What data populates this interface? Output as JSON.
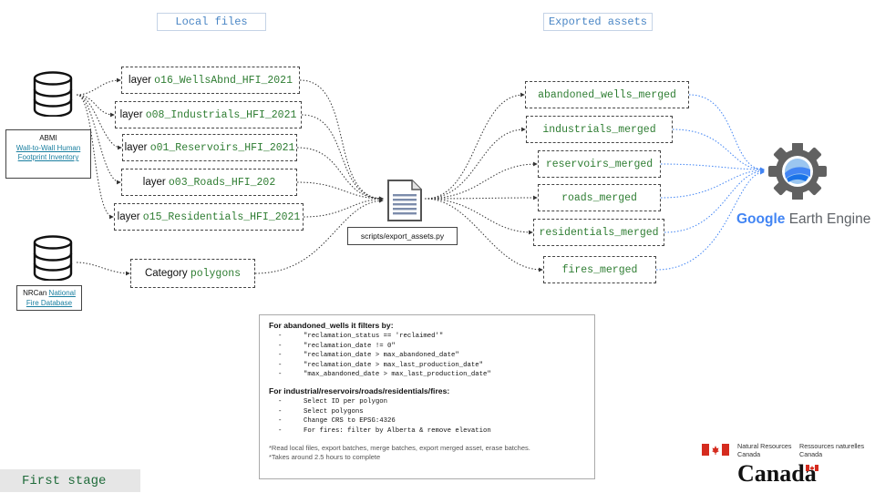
{
  "headers": {
    "local": "Local files",
    "exported": "Exported assets"
  },
  "sources": {
    "abmi": {
      "name": "ABMI",
      "link": "Wall-to-Wall Human Footprint Inventory"
    },
    "nrcan": {
      "name": "NRCan",
      "link": "National Fire Database"
    }
  },
  "local_layers": [
    {
      "prefix": "layer",
      "name": "o16_WellsAbnd_HFI_2021"
    },
    {
      "prefix": "layer",
      "name": "o08_Industrials_HFI_2021"
    },
    {
      "prefix": "layer",
      "name": "o01_Reservoirs_HFI_2021"
    },
    {
      "prefix": "layer",
      "name": "o03_Roads_HFI_202"
    },
    {
      "prefix": "layer",
      "name": "o15_Residentials_HFI_2021"
    },
    {
      "prefix": "Category",
      "name": "polygons"
    }
  ],
  "script": {
    "label": "scripts/export_assets.py"
  },
  "outputs": [
    "abandoned_wells_merged",
    "industrials_merged",
    "reservoirs_merged",
    "roads_merged",
    "residentials_merged",
    "fires_merged"
  ],
  "gee": {
    "google": "Google",
    "rest": "Earth Engine"
  },
  "notes": {
    "heading1": "For abandoned_wells it filters by:",
    "filters1": [
      "\"reclamation_status == 'reclaimed'\"",
      "\"reclamation_date != 0\"",
      "\"reclamation_date > max_abandoned_date\"",
      "\"reclamation_date > max_last_production_date\"",
      "\"max_abandoned_date > max_last_production_date\""
    ],
    "heading2": "For industrial/reservoirs/roads/residentials/fires:",
    "steps2": [
      "Select ID per polygon",
      "Select polygons",
      "Change CRS to EPSG:4326",
      "For fires: filter by Alberta & remove elevation"
    ],
    "footnote1": "*Read local files, export batches, merge batches, export merged asset, erase batches.",
    "footnote2": "*Takes around 2.5 hours to complete",
    "dash": "-"
  },
  "canada": {
    "nr_en": "Natural Resources",
    "nr_fr": "Ressources naturelles",
    "canada_en": "Canada",
    "canada_fr": "Canada",
    "wordmark": "Canada"
  },
  "stage": "First stage",
  "colors": {
    "green": "#2e7d32",
    "blue_header": "#4a86c5",
    "link": "#1a7fa0",
    "gee_blue": "#4285f4"
  }
}
